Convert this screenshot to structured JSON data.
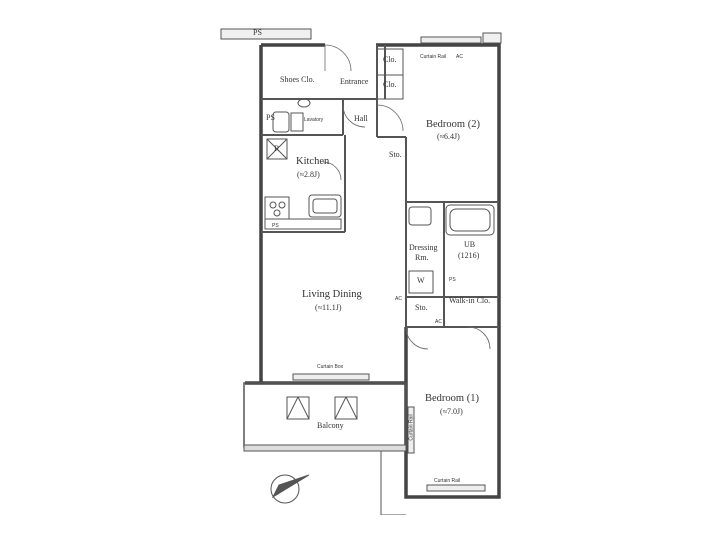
{
  "colors": {
    "background": "#ffffff",
    "sheet": "#ffffff",
    "wall": "#444444",
    "line": "#555555",
    "text": "#333333"
  },
  "rooms": {
    "entrance": "Entrance",
    "shoes_closet": "Shoes Clo.",
    "lavatory": "Lavatory",
    "hall": "Hall",
    "closet_1": "Clo.",
    "closet_2": "Clo.",
    "bedroom2": {
      "name": "Bedroom (2)",
      "size": "(≈6.4J)"
    },
    "kitchen": {
      "name": "Kitchen",
      "size": "(≈2.8J)"
    },
    "kitchen_fridge": "R",
    "storage_hall": "Sto.",
    "dressing": {
      "name": "Dressing",
      "name2": "Rm."
    },
    "unit_bath": {
      "name": "UB",
      "size": "(1216)"
    },
    "washer": "W",
    "living_dining": {
      "name": "Living Dining",
      "size": "(≈11.1J)"
    },
    "walk_in_closet": "Walk-in Clo.",
    "storage_2": "Sto.",
    "bedroom1": {
      "name": "Bedroom (1)",
      "size": "(≈7.0J)"
    },
    "balcony": "Balcony"
  },
  "labels": {
    "ps_top": "PS",
    "ps_lavatory": "PS",
    "ps_kitchen": "PS",
    "ps_bath": "PS",
    "ac_bedroom2": "AC",
    "ac_living": "AC",
    "ac_bedroom1": "AC",
    "curtain_rail_bedroom2": "Curtain Rail",
    "curtain_box_living": "Curtain Box",
    "curtain_rail_bedroom1": "Curtain Rail",
    "curtain_rail_side": "Curtain Rail"
  },
  "icons": [
    "compass-icon",
    "door-swing-icon",
    "toilet-icon",
    "sink-icon",
    "stove-icon",
    "bathtub-icon",
    "skylight-icon"
  ]
}
